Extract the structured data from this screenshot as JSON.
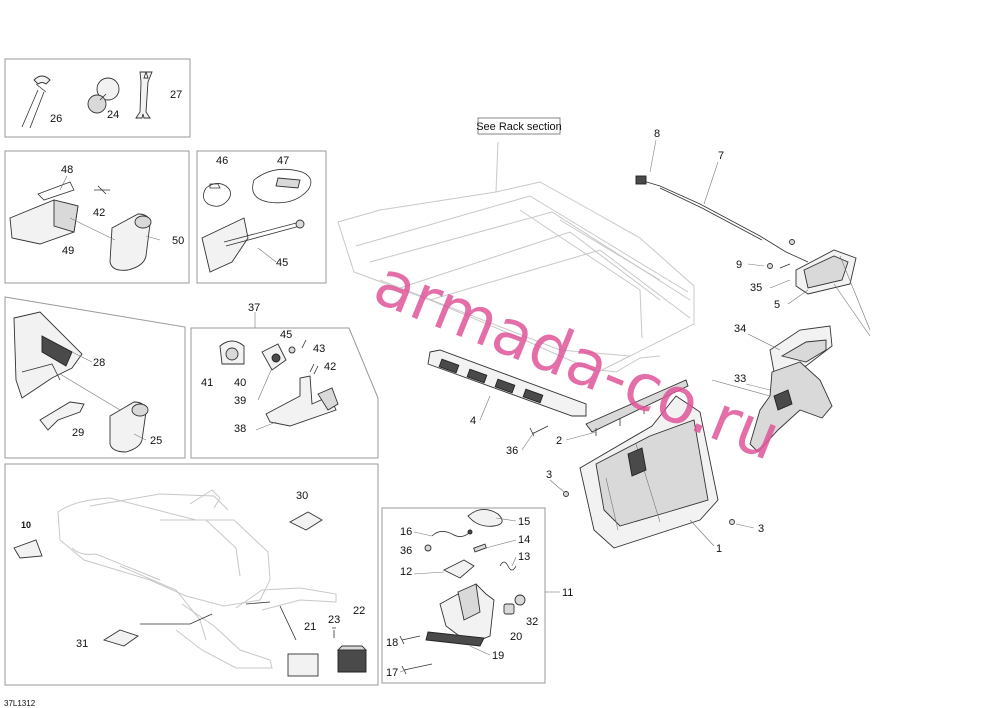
{
  "diagram": {
    "callout": "See Rack section",
    "watermark": "armada-co.ru",
    "code": "37L1312"
  },
  "labels": {
    "l1": "1",
    "l2": "2",
    "l3a": "3",
    "l3b": "3",
    "l4": "4",
    "l5": "5",
    "l7": "7",
    "l8": "8",
    "l9": "9",
    "l10": "10",
    "l11": "11",
    "l12": "12",
    "l13": "13",
    "l14": "14",
    "l15": "15",
    "l16": "16",
    "l17": "17",
    "l18": "18",
    "l19": "19",
    "l20": "20",
    "l21": "21",
    "l22": "22",
    "l23": "23",
    "l24": "24",
    "l25": "25",
    "l26": "26",
    "l27": "27",
    "l28": "28",
    "l29": "29",
    "l30": "30",
    "l31": "31",
    "l32": "32",
    "l33": "33",
    "l34": "34",
    "l35": "35",
    "l36a": "36",
    "l36b": "36",
    "l37": "37",
    "l38": "38",
    "l39": "39",
    "l40": "40",
    "l41": "41",
    "l42a": "42",
    "l42b": "42",
    "l43": "43",
    "l45a": "45",
    "l45b": "45",
    "l46": "46",
    "l47": "47",
    "l48": "48",
    "l49": "49",
    "l50": "50"
  }
}
